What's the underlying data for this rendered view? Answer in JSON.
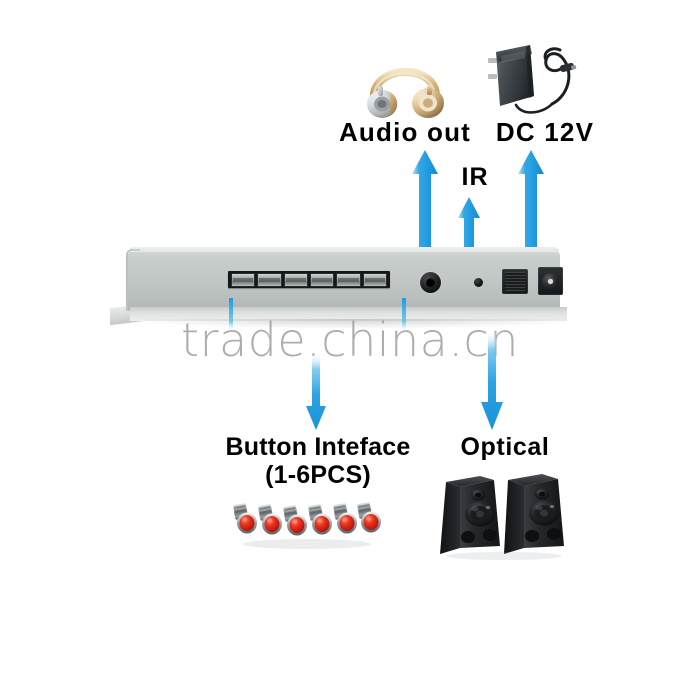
{
  "diagram": {
    "title": "Audio device rear panel connection diagram",
    "watermark": "trade.china.cn",
    "accent_color": "#1E9FE0",
    "chassis_color": "#c2c7c5",
    "label_color": "#000000",
    "watermark_color": "#9c9c9c"
  },
  "labels": {
    "audio_out": "Audio out",
    "dc_12v": "DC 12V",
    "ir": "IR",
    "button_interface_line1": "Button Inteface",
    "button_interface_line2": "(1-6PCS)",
    "optical": "Optical"
  },
  "device": {
    "name": "rear-panel",
    "ports": [
      {
        "name": "button-connector-strip",
        "label": "Button Inteface",
        "count": 6
      },
      {
        "name": "audio-out-jack",
        "label": "Audio out"
      },
      {
        "name": "ir-sensor",
        "label": "IR"
      },
      {
        "name": "optical-port",
        "label": "Optical"
      },
      {
        "name": "dc-power-jack",
        "label": "DC 12V"
      }
    ]
  },
  "photos": {
    "headphones": "headphones-photo",
    "adapter": "power-adapter-photo",
    "speakers": "speakers-photo",
    "buttons": "push-buttons-photo"
  },
  "arrows": [
    {
      "name": "arrow-audio-out",
      "direction": "up",
      "target": "audio-out-jack"
    },
    {
      "name": "arrow-ir",
      "direction": "up",
      "target": "ir-sensor"
    },
    {
      "name": "arrow-dc-12v",
      "direction": "up",
      "target": "dc-power-jack"
    },
    {
      "name": "arrow-button-interface",
      "direction": "down",
      "target": "button-connector-strip"
    },
    {
      "name": "arrow-optical",
      "direction": "down",
      "target": "optical-port"
    },
    {
      "name": "tick-button-strip-left",
      "direction": "down",
      "target": "button-connector-strip"
    },
    {
      "name": "tick-button-strip-right",
      "direction": "down",
      "target": "button-connector-strip"
    }
  ]
}
